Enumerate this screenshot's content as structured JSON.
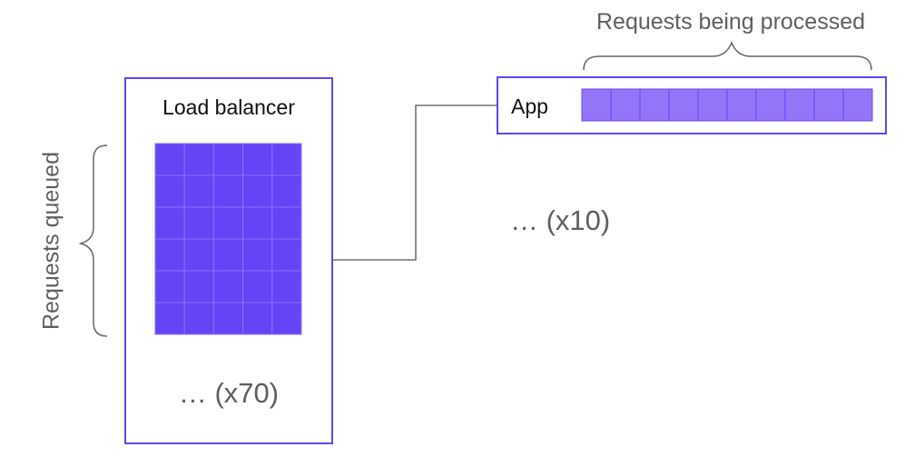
{
  "load_balancer": {
    "title": "Load balancer",
    "queue_grid": {
      "rows": 6,
      "cols": 5
    },
    "more_label": "… (x70)"
  },
  "app": {
    "label": "App",
    "processing_slots": 10,
    "more_label": "… (x10)"
  },
  "annotations": {
    "requests_queued": "Requests queued",
    "requests_processed": "Requests being processed"
  },
  "colors": {
    "box_border": "#6444f5",
    "queue_cell_fill": "#6444f5",
    "queue_cell_stroke": "#8a72f8",
    "slot_fill": "#9575f7",
    "slot_stroke": "#6444f5",
    "connector": "#555555",
    "brace": "#666666",
    "muted_text": "#5f5f5f"
  }
}
